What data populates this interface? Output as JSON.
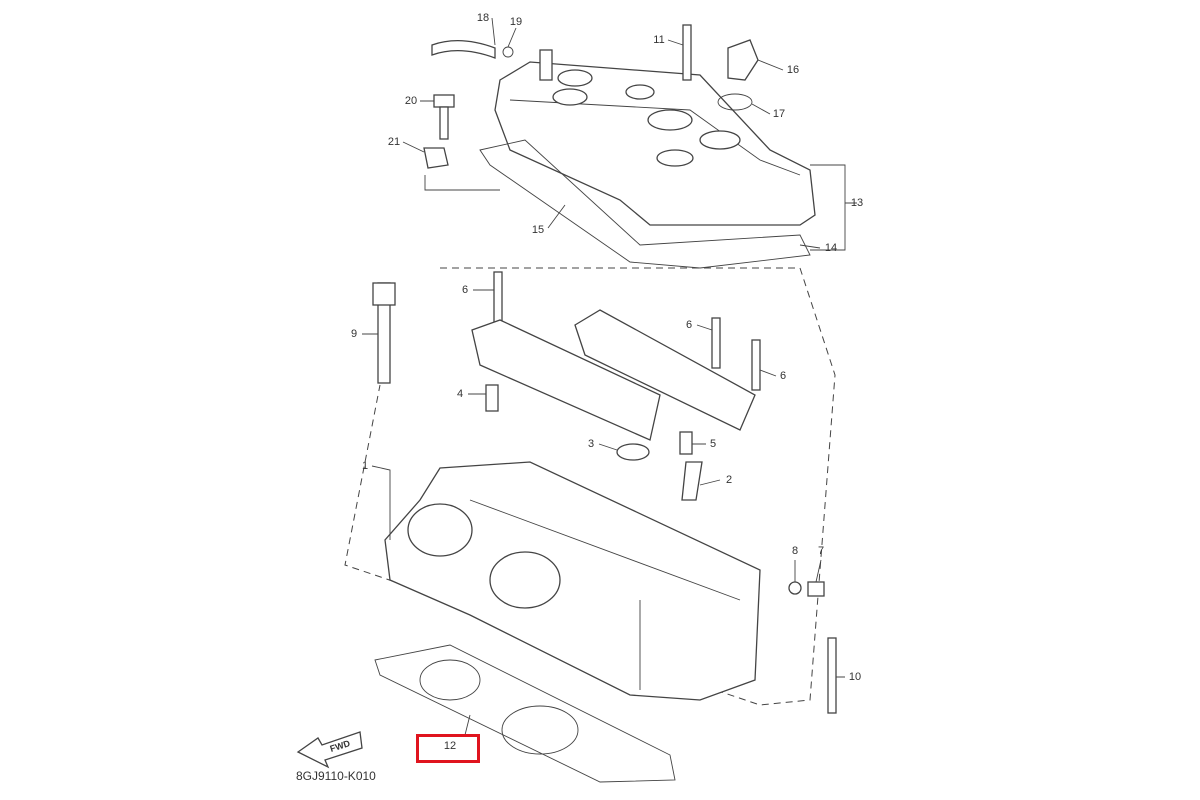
{
  "diagram": {
    "code": "8GJ9110-K010",
    "fwd_label": "FWD",
    "highlight_color": "#e0141e",
    "highlighted_part": "12",
    "callouts": {
      "p18": "18",
      "p19": "19",
      "p11": "11",
      "p16": "16",
      "p20": "20",
      "p17": "17",
      "p21": "21",
      "p13": "13",
      "p15": "15",
      "p14": "14",
      "p6a": "6",
      "p9": "9",
      "p6b": "6",
      "p6c": "6",
      "p4": "4",
      "p3": "3",
      "p5": "5",
      "p1": "1",
      "p2": "2",
      "p8": "8",
      "p7": "7",
      "p10": "10",
      "p12": "12"
    }
  }
}
